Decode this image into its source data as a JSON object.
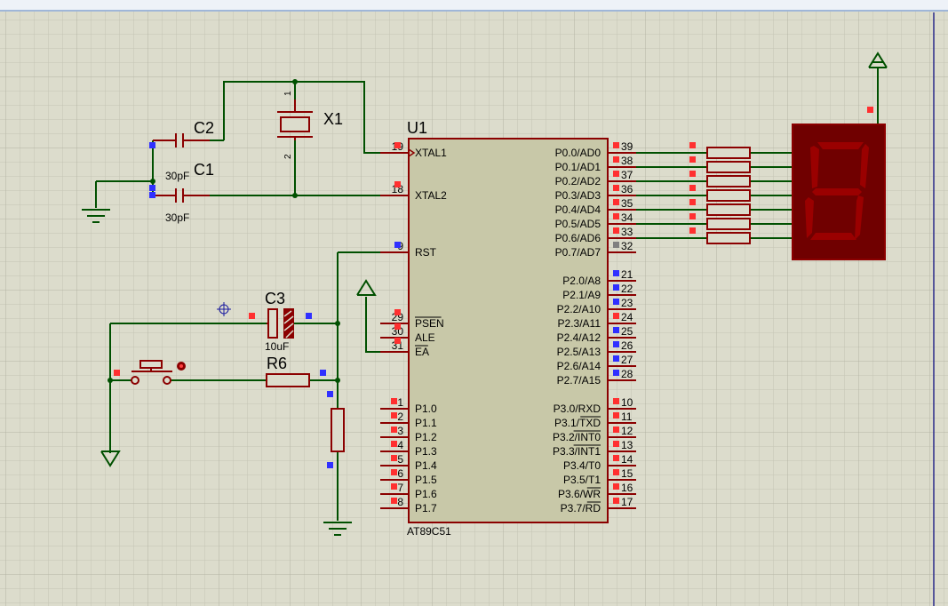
{
  "title": "",
  "chip": {
    "ref": "U1",
    "part": "AT89C51",
    "left_pins": [
      {
        "num": "19",
        "name": "XTAL1"
      },
      {
        "num": "18",
        "name": "XTAL2"
      },
      {
        "num": "9",
        "name": "RST"
      },
      {
        "num": "29",
        "name": "PSEN",
        "overbar": true
      },
      {
        "num": "30",
        "name": "ALE"
      },
      {
        "num": "31",
        "name": "EA",
        "overbar": true
      },
      {
        "num": "1",
        "name": "P1.0"
      },
      {
        "num": "2",
        "name": "P1.1"
      },
      {
        "num": "3",
        "name": "P1.2"
      },
      {
        "num": "4",
        "name": "P1.3"
      },
      {
        "num": "5",
        "name": "P1.4"
      },
      {
        "num": "6",
        "name": "P1.5"
      },
      {
        "num": "7",
        "name": "P1.6"
      },
      {
        "num": "8",
        "name": "P1.7"
      }
    ],
    "right_pins": [
      {
        "num": "39",
        "name": "P0.0/AD0"
      },
      {
        "num": "38",
        "name": "P0.1/AD1"
      },
      {
        "num": "37",
        "name": "P0.2/AD2"
      },
      {
        "num": "36",
        "name": "P0.3/AD3"
      },
      {
        "num": "35",
        "name": "P0.4/AD4"
      },
      {
        "num": "34",
        "name": "P0.5/AD5"
      },
      {
        "num": "33",
        "name": "P0.6/AD6"
      },
      {
        "num": "32",
        "name": "P0.7/AD7"
      },
      {
        "num": "21",
        "name": "P2.0/A8"
      },
      {
        "num": "22",
        "name": "P2.1/A9"
      },
      {
        "num": "23",
        "name": "P2.2/A10"
      },
      {
        "num": "24",
        "name": "P2.3/A11"
      },
      {
        "num": "25",
        "name": "P2.4/A12"
      },
      {
        "num": "26",
        "name": "P2.5/A13"
      },
      {
        "num": "27",
        "name": "P2.6/A14"
      },
      {
        "num": "28",
        "name": "P2.7/A15"
      },
      {
        "num": "10",
        "name": "P3.0/RXD"
      },
      {
        "num": "11",
        "name": "P3.1/TXD",
        "bar_text": "TXD"
      },
      {
        "num": "12",
        "name": "P3.2/INT0",
        "bar_text": "INT0"
      },
      {
        "num": "13",
        "name": "P3.3/INT1",
        "bar_text": "INT1"
      },
      {
        "num": "14",
        "name": "P3.4/T0"
      },
      {
        "num": "15",
        "name": "P3.5/T1"
      },
      {
        "num": "16",
        "name": "P3.6/WR",
        "bar_text": "WR"
      },
      {
        "num": "17",
        "name": "P3.7/RD",
        "bar_text": "RD"
      }
    ]
  },
  "components": {
    "c2": {
      "ref": "C2"
    },
    "c1": {
      "ref": "C1",
      "value": "30pF"
    },
    "c1_value2": "30pF",
    "x1": {
      "ref": "X1",
      "pin1": "1",
      "pin2": "2"
    },
    "c3": {
      "ref": "C3",
      "value": "10uF"
    },
    "r6": {
      "ref": "R6"
    }
  },
  "colors": {
    "background": "#dcdccc",
    "grid_minor": "#c8c8b8",
    "wire": "#005000",
    "component": "#8b0000",
    "chip_fill": "#c8c8a8",
    "display_body": "#700000",
    "display_segment": "#9a0000",
    "pin_red": "#ff3030",
    "pin_blue": "#3030ff"
  }
}
